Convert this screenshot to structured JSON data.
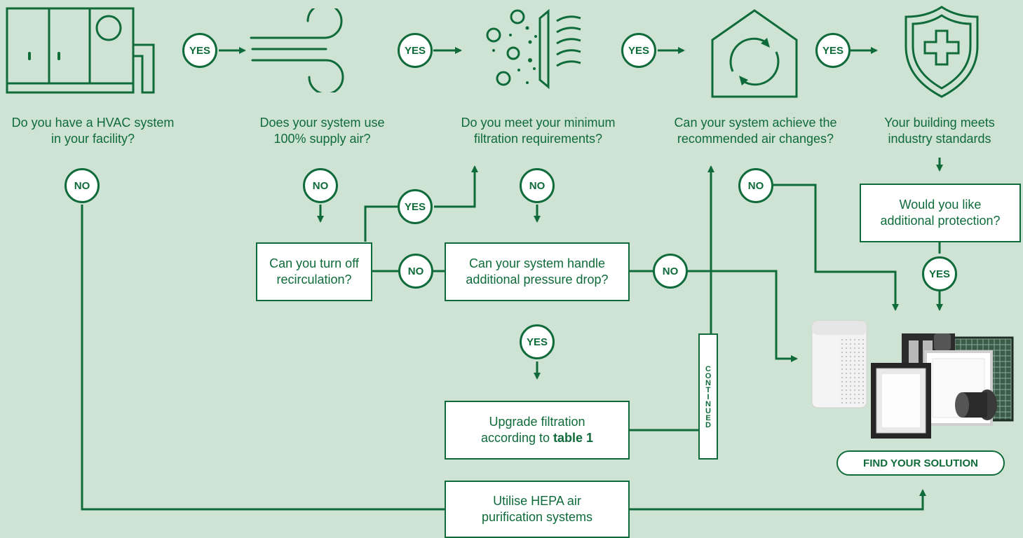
{
  "questions": {
    "q1": "Do you have a HVAC system\nin your facility?",
    "q2": "Does your system use\n100% supply air?",
    "q3": "Do you meet your minimum\nfiltration requirements?",
    "q4": "Can your system achieve the\nrecommended air changes?",
    "q5": "Your building meets\nindustry standards"
  },
  "boxes": {
    "recirculation": "Can you turn off\nrecirculation?",
    "pressure_drop": "Can your system handle\nadditional pressure drop?",
    "additional_protection": "Would you like\nadditional protection?",
    "upgrade_filtration": "Upgrade filtration\naccording to ",
    "upgrade_filtration_bold": "table 1",
    "hepa": "Utilise HEPA air\npurification systems"
  },
  "badges": {
    "yes": "YES",
    "no": "NO"
  },
  "continued_label": "CONTINUED",
  "find_solution_label": "FIND YOUR SOLUTION",
  "icons": [
    "hvac-unit-icon",
    "airflow-wind-icon",
    "filtration-particles-icon",
    "home-air-change-icon",
    "shield-cross-icon",
    "air-purifier-and-filters-product-image"
  ],
  "colors": {
    "background": "#cfe3d5",
    "primary_green": "#0f6b3a",
    "box_fill": "#ffffff"
  }
}
